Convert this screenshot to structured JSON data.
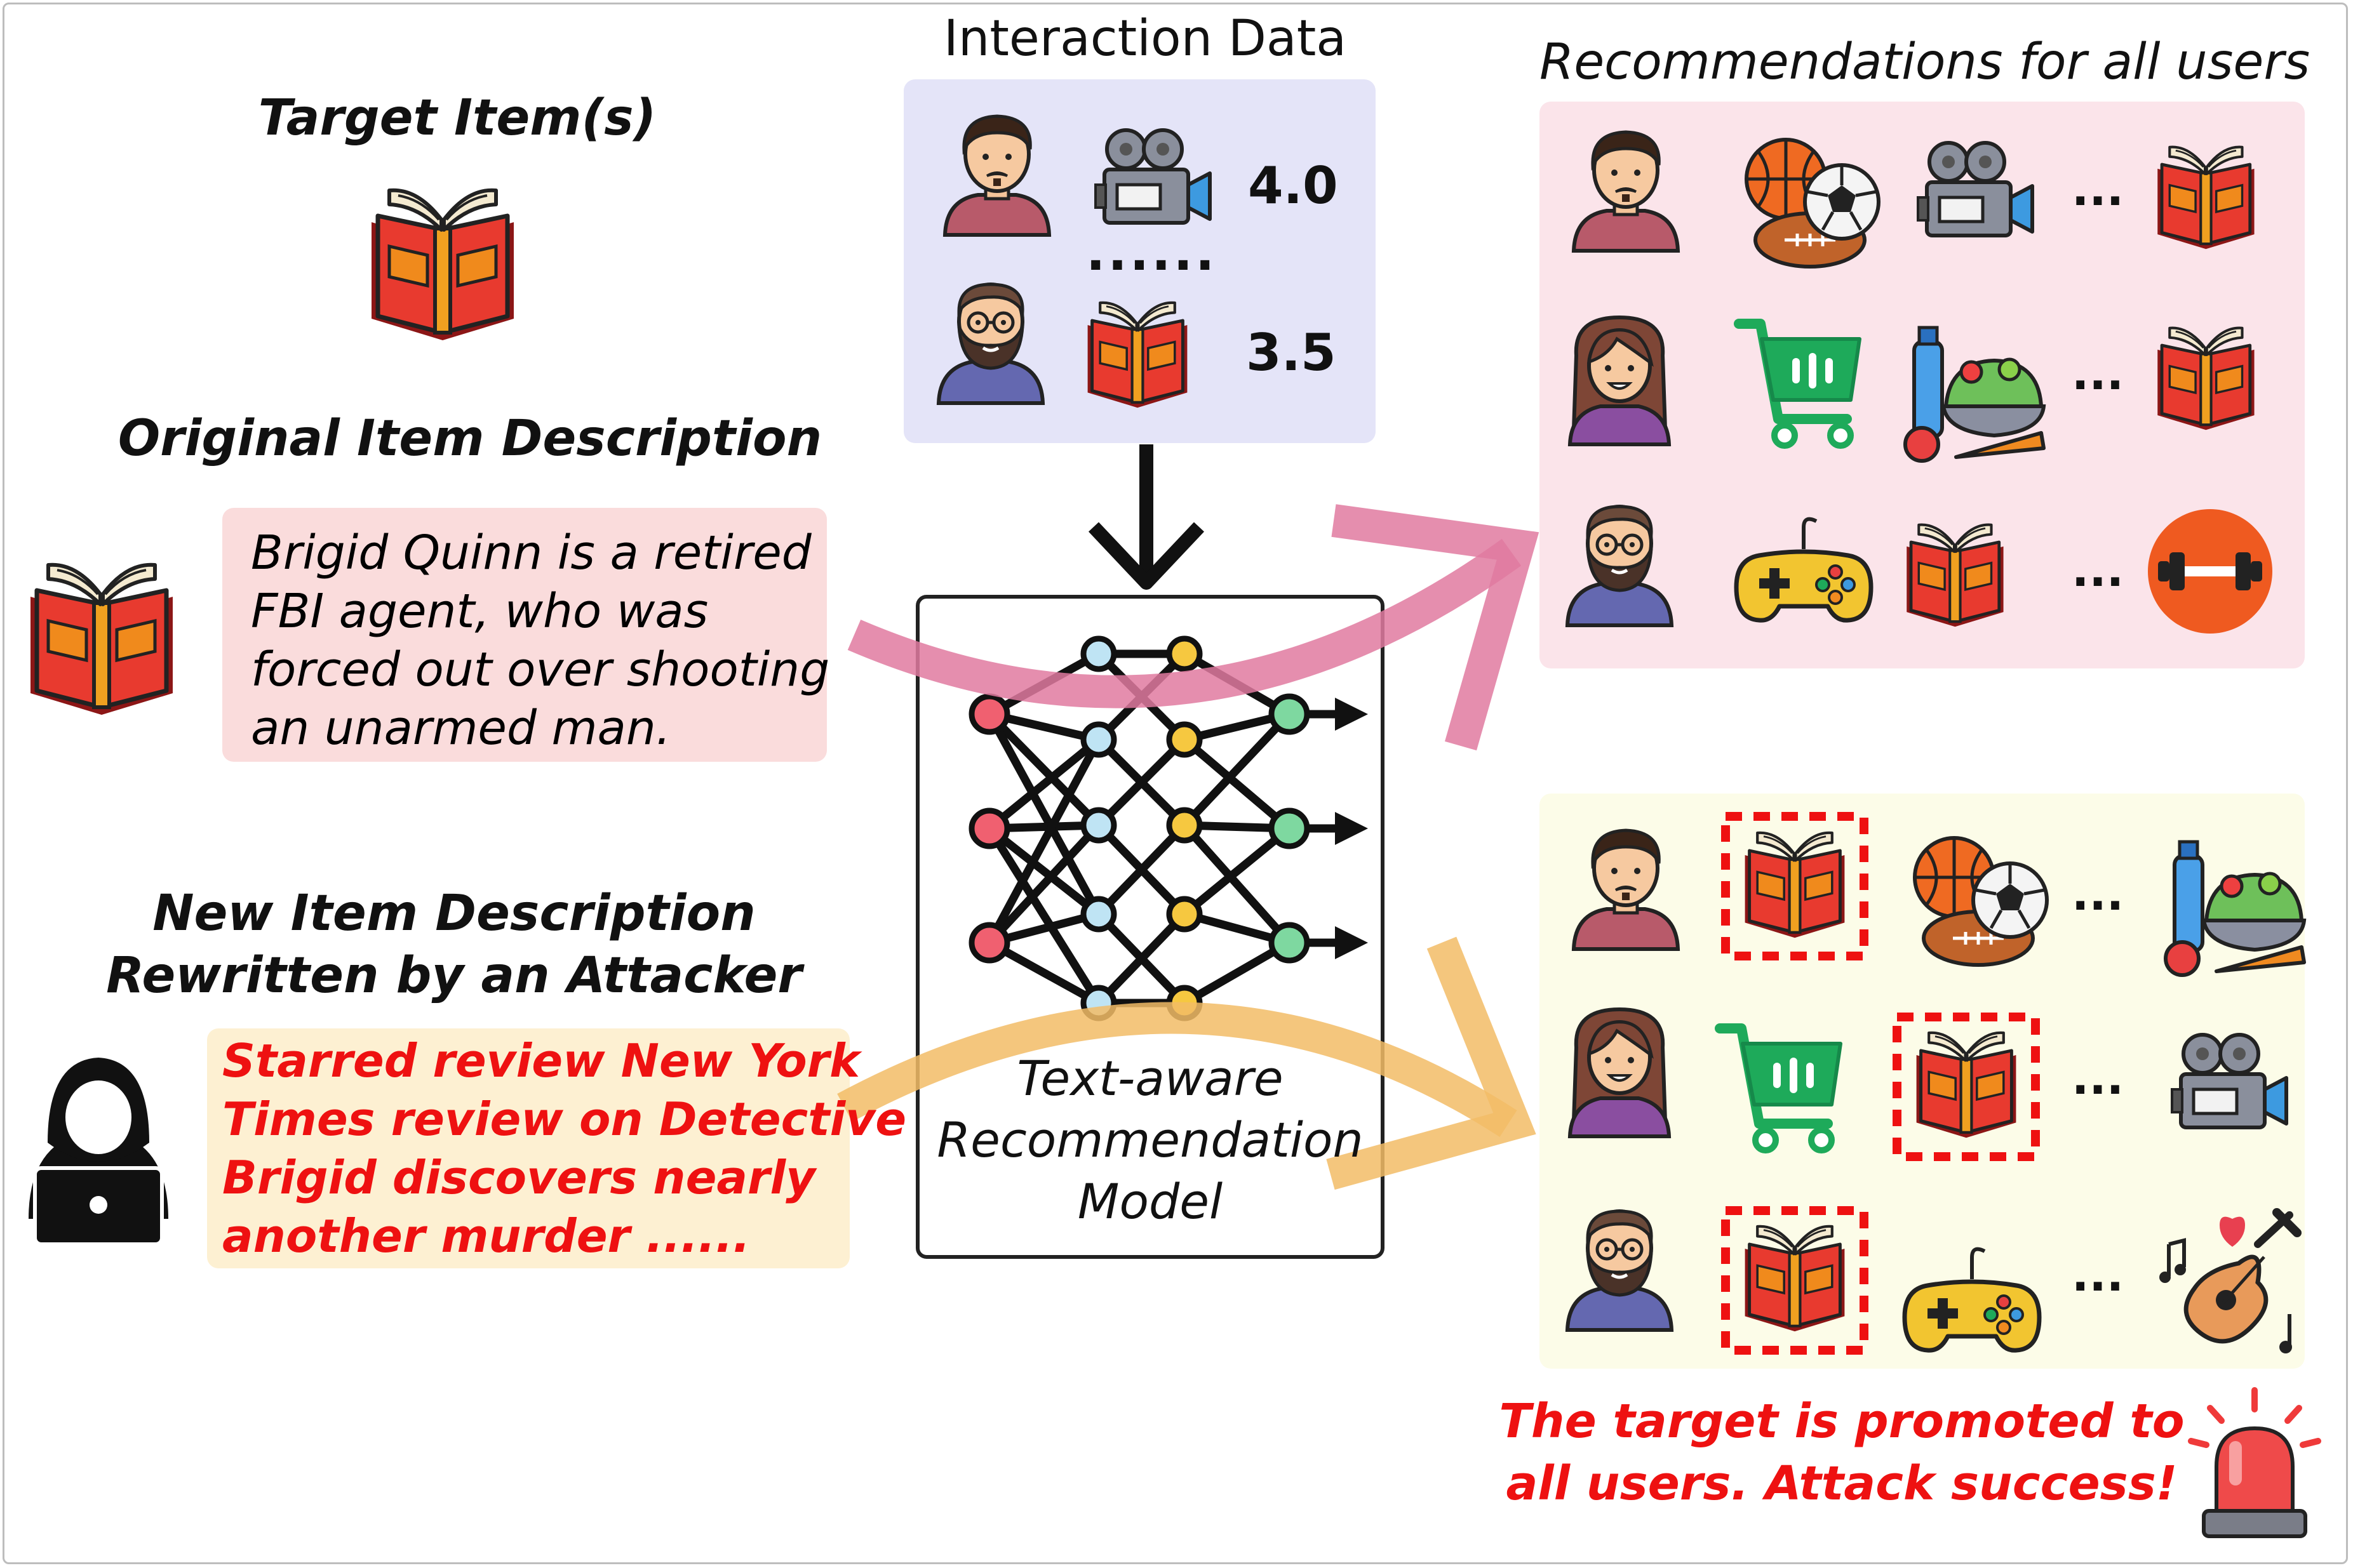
{
  "left": {
    "target_title": "Target Item(s)",
    "orig_title": "Original Item Description",
    "orig_lines": [
      "Brigid Quinn is a retired",
      "FBI agent, who was",
      "forced out over shooting",
      "an unarmed man."
    ],
    "new_title_lines": [
      "New Item Description",
      "Rewritten by an Attacker"
    ],
    "new_lines": [
      "Starred review New York",
      "Times review on Detective",
      "Brigid discovers nearly",
      "another  murder ......"
    ]
  },
  "middle": {
    "interaction_title": "Interaction Data",
    "rating_1": "4.0",
    "dots": "......",
    "rating_2": "3.5",
    "model_lines": [
      "Text-aware",
      "Recommendation",
      "Model"
    ]
  },
  "right": {
    "rec_title": "Recommendations for all users",
    "ellipsis": "...",
    "success_lines": [
      "The target is promoted to",
      "all users. Attack success!"
    ]
  },
  "colors": {
    "interaction_bg": "#e4e4f8",
    "recs_bg": "#fbe4ea",
    "recs2_bg": "#fcfce8",
    "orig_bg": "#fadcdc",
    "attack_bg": "#fdf0d2",
    "pink_arrow": "#e07aa0",
    "orange_arrow": "#f2bc66",
    "alert_red": "#ee1111"
  }
}
